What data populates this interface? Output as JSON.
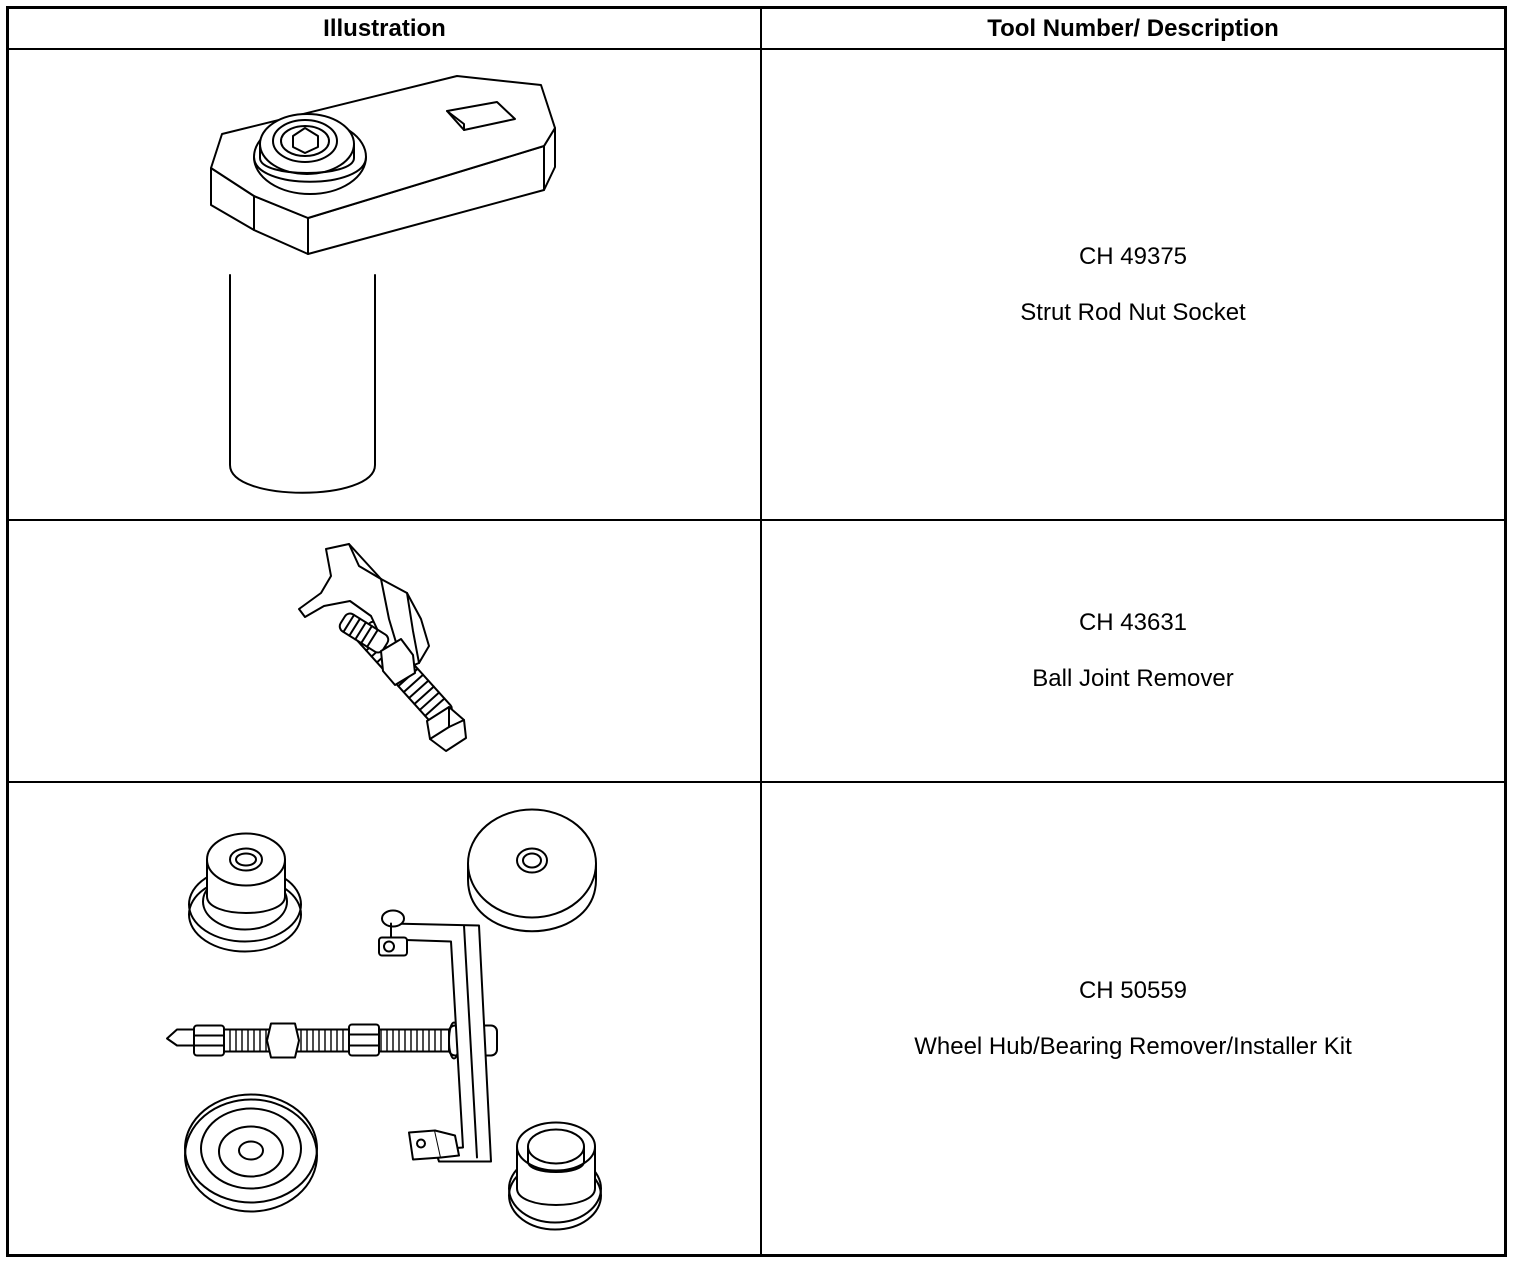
{
  "table": {
    "headers": {
      "illustration": "Illustration",
      "tool": "Tool Number/ Description"
    },
    "rows": [
      {
        "tool_number": "CH 49375",
        "description": "Strut Rod Nut Socket",
        "illustration_icon": "strut-rod-nut-socket-icon"
      },
      {
        "tool_number": "CH 43631",
        "description": "Ball Joint Remover",
        "illustration_icon": "ball-joint-remover-icon"
      },
      {
        "tool_number": "CH 50559",
        "description": "Wheel Hub/Bearing Remover/Installer Kit",
        "illustration_icon": "wheel-hub-bearing-kit-icon"
      }
    ]
  }
}
